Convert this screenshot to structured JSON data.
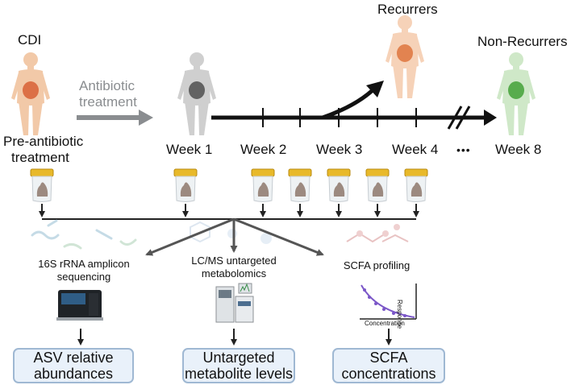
{
  "labels": {
    "cdi": "CDI",
    "antibiotic_line1": "Antibiotic",
    "antibiotic_line2": "treatment",
    "recurrers": "Recurrers",
    "non_recurrers": "Non-Recurrers",
    "pre_line1": "Pre-antibiotic",
    "pre_line2": "treatment",
    "ellipsis": "•••"
  },
  "timeline": {
    "weeks": [
      "Week 1",
      "Week 2",
      "Week 3",
      "Week 4",
      "Week 8"
    ]
  },
  "methods": {
    "amplicon_line1": "16S rRNA amplicon",
    "amplicon_line2": "sequencing",
    "lcms_line1": "LC/MS untargeted",
    "lcms_line2": "metabolomics",
    "scfa": "SCFA profiling"
  },
  "plot": {
    "xlabel": "Concentration",
    "ylabel": "Response"
  },
  "outputs": {
    "asv_line1": "ASV relative",
    "asv_line2": "abundances",
    "metab_line1": "Untargeted",
    "metab_line2": "metabolite levels",
    "scfa_line1": "SCFA",
    "scfa_line2": "concentrations"
  },
  "colors": {
    "ill_body": "#f2c9a8",
    "ill_gut": "#d9663b",
    "treated_body": "#cfcfcf",
    "treated_gut": "#555555",
    "recurrer_body": "#f6d2b8",
    "recurrer_gut": "#e07a45",
    "healthy_body": "#cfe8c8",
    "healthy_gut": "#4aa53f",
    "jar_lid": "#e8b92a",
    "stool": "#9c8a80",
    "box_fill": "#e9f1fa",
    "box_border": "#9fb8d3",
    "curve": "#7b57c8"
  }
}
